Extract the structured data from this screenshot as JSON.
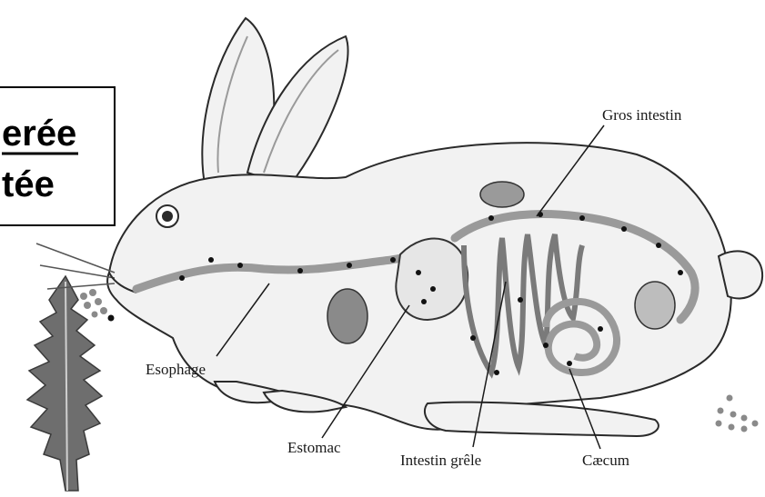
{
  "labels": {
    "gros_intestin": "Gros intestin",
    "esophage": "Esophage",
    "estomac": "Estomac",
    "intestin_grele": "Intestin grêle",
    "caecum": "Cæcum"
  },
  "title_box": {
    "line1": "erée",
    "line2": "tée"
  },
  "colors": {
    "ink": "#1a1a1a",
    "gut_tube": "#9a9a9a",
    "body_fill": "#f2f2f2",
    "leaf": "#6e6e6e",
    "pellet": "#8a8a8a"
  }
}
